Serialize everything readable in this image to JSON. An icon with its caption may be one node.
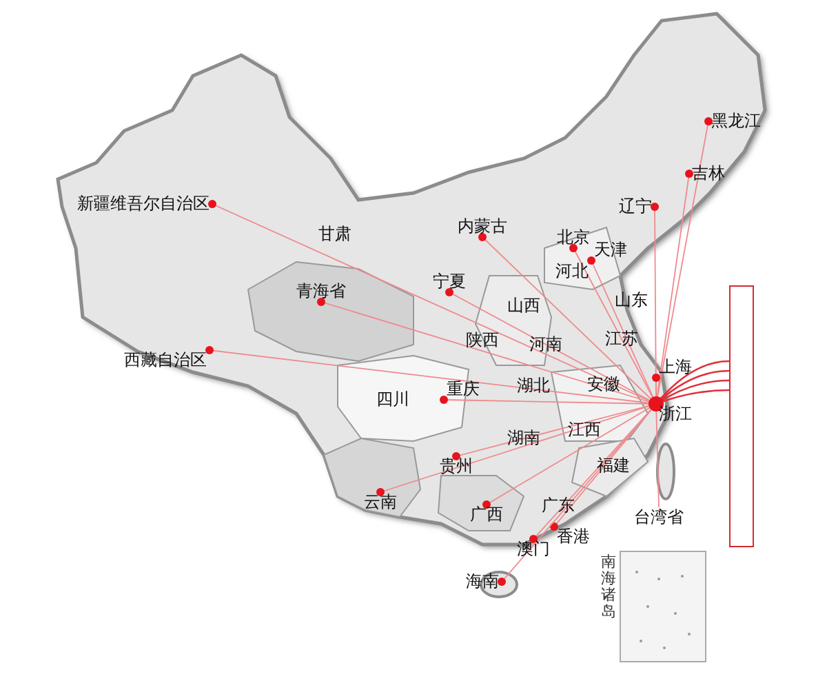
{
  "diagram": {
    "nodes": [
      {
        "text": [
          "浙江"
        ]
      },
      {
        "text": [
          "黑龙江"
        ]
      },
      {
        "text": [
          "吉林"
        ]
      },
      {
        "text": [
          "辽宁"
        ]
      },
      {
        "text": [
          "新疆维吾尔自治区"
        ]
      },
      {
        "text": [
          "内蒙古"
        ]
      },
      {
        "text": [
          "北京"
        ]
      },
      {
        "text": [
          "天津"
        ]
      },
      {
        "text": [
          "宁夏"
        ]
      },
      {
        "text": [
          "青海省"
        ]
      },
      {
        "text": [
          "西藏自治区"
        ]
      },
      {
        "text": [
          "上海"
        ]
      },
      {
        "text": [
          "重庆"
        ]
      },
      {
        "text": [
          "贵州"
        ]
      },
      {
        "text": [
          "云南"
        ]
      },
      {
        "text": [
          "广西"
        ]
      },
      {
        "text": [
          "香港"
        ]
      },
      {
        "text": [
          "澳门"
        ]
      },
      {
        "text": [
          "海南"
        ]
      },
      {
        "text": [
          "台湾省"
        ]
      },
      {
        "text": [],
        "shape": "box"
      }
    ],
    "edges": [
      {
        "from": 0,
        "to": 1,
        "arrow": "other"
      },
      {
        "from": 0,
        "to": 2,
        "arrow": "other"
      },
      {
        "from": 0,
        "to": 3,
        "arrow": "other"
      },
      {
        "from": 0,
        "to": 4,
        "arrow": "other"
      },
      {
        "from": 0,
        "to": 5,
        "arrow": "other"
      },
      {
        "from": 0,
        "to": 6,
        "arrow": "other"
      },
      {
        "from": 0,
        "to": 7,
        "arrow": "other"
      },
      {
        "from": 0,
        "to": 8,
        "arrow": "other"
      },
      {
        "from": 0,
        "to": 9,
        "arrow": "other"
      },
      {
        "from": 0,
        "to": 10,
        "arrow": "other"
      },
      {
        "from": 0,
        "to": 11,
        "arrow": "other"
      },
      {
        "from": 0,
        "to": 12,
        "arrow": "other"
      },
      {
        "from": 0,
        "to": 13,
        "arrow": "other"
      },
      {
        "from": 0,
        "to": 14,
        "arrow": "other"
      },
      {
        "from": 0,
        "to": 15,
        "arrow": "other"
      },
      {
        "from": 0,
        "to": 16,
        "arrow": "other"
      },
      {
        "from": 0,
        "to": 17,
        "arrow": "other"
      },
      {
        "from": 0,
        "to": 18,
        "arrow": "other"
      },
      {
        "from": 0,
        "to": 19,
        "arrow": "none"
      },
      {
        "from": 0,
        "to": 20,
        "arrow": "none",
        "color": "#e0303a"
      }
    ],
    "labels": [
      "甘肃",
      "河北",
      "山西",
      "山东",
      "陕西",
      "河南",
      "江苏",
      "四川",
      "湖北",
      "安徽",
      "湖南",
      "江西",
      "福建",
      "广东",
      "南海诸岛"
    ]
  }
}
